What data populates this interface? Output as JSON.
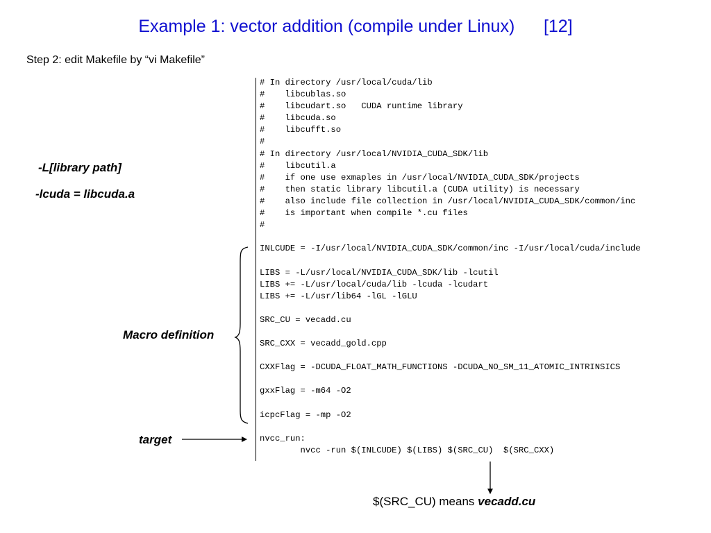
{
  "slide": {
    "title": "Example 1: vector addition (compile under Linux)      [12]",
    "subtitle": "Step 2: edit Makefile by “vi Makefile”"
  },
  "annotations": {
    "library_path": "-L[library path]",
    "lcuda": "-lcuda = libcuda.a",
    "macro_definition": "Macro definition",
    "target": "target",
    "src_cu_prefix": "$(SRC_CU) means ",
    "src_cu_value": "vecadd.cu"
  },
  "makefile": {
    "lines": [
      "# In directory /usr/local/cuda/lib",
      "#    libcublas.so",
      "#    libcudart.so   CUDA runtime library",
      "#    libcuda.so",
      "#    libcufft.so",
      "#",
      "# In directory /usr/local/NVIDIA_CUDA_SDK/lib",
      "#    libcutil.a",
      "#    if one use exmaples in /usr/local/NVIDIA_CUDA_SDK/projects",
      "#    then static library libcutil.a (CUDA utility) is necessary",
      "#    also include file collection in /usr/local/NVIDIA_CUDA_SDK/common/inc",
      "#    is important when compile *.cu files",
      "#",
      "",
      "INLCUDE = -I/usr/local/NVIDIA_CUDA_SDK/common/inc -I/usr/local/cuda/include",
      "",
      "LIBS = -L/usr/local/NVIDIA_CUDA_SDK/lib -lcutil",
      "LIBS += -L/usr/local/cuda/lib -lcuda -lcudart",
      "LIBS += -L/usr/lib64 -lGL -lGLU",
      "",
      "SRC_CU = vecadd.cu",
      "",
      "SRC_CXX = vecadd_gold.cpp",
      "",
      "CXXFlag = -DCUDA_FLOAT_MATH_FUNCTIONS -DCUDA_NO_SM_11_ATOMIC_INTRINSICS",
      "",
      "gxxFlag = -m64 -O2",
      "",
      "icpcFlag = -mp -O2",
      "",
      "nvcc_run:",
      "        nvcc -run $(INLCUDE) $(LIBS) $(SRC_CU)  $(SRC_CXX)"
    ]
  }
}
